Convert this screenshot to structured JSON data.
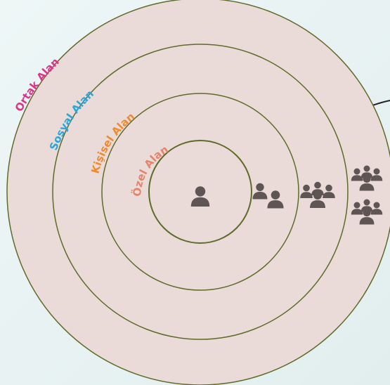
{
  "rings": [
    {
      "id": "ortak",
      "label": "Ortak Alan",
      "color": "#e0338a"
    },
    {
      "id": "sosyal",
      "label": "Sosyal  Alan",
      "color": "#2aa6d8"
    },
    {
      "id": "kisisel",
      "label": "Kişisel Alan",
      "color": "#f08a2e"
    },
    {
      "id": "ozel",
      "label": "Özel  Alan",
      "color": "#e6846b"
    }
  ],
  "colors": {
    "ring_fill": "#eadbd8",
    "ring_stroke": "#5f6b2a",
    "icon": "#5f5555"
  },
  "icons": [
    {
      "name": "person-icon",
      "kind": "single"
    },
    {
      "name": "two-people-icon",
      "kind": "pair"
    },
    {
      "name": "group-icon",
      "kind": "group"
    },
    {
      "name": "group-icon-top",
      "kind": "group"
    },
    {
      "name": "group-icon-bottom",
      "kind": "group"
    }
  ]
}
